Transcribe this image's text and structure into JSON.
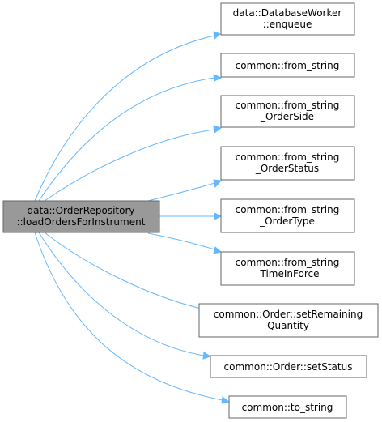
{
  "diagram": {
    "root": {
      "line1": "data::OrderRepository",
      "line2": "::loadOrdersForInstrument"
    },
    "callees": [
      {
        "line1": "data::DatabaseWorker",
        "line2": "::enqueue"
      },
      {
        "line1": "common::from_string",
        "line2": ""
      },
      {
        "line1": "common::from_string",
        "line2": "_OrderSide"
      },
      {
        "line1": "common::from_string",
        "line2": "_OrderStatus"
      },
      {
        "line1": "common::from_string",
        "line2": "_OrderType"
      },
      {
        "line1": "common::from_string",
        "line2": "_TimeInForce"
      },
      {
        "line1": "common::Order::setRemaining",
        "line2": "Quantity"
      },
      {
        "line1": "common::Order::setStatus",
        "line2": ""
      },
      {
        "line1": "common::to_string",
        "line2": ""
      }
    ],
    "colors": {
      "edge": "#63b8ff",
      "root_fill": "#999999",
      "node_fill": "#ffffff",
      "node_border": "#666666"
    }
  }
}
